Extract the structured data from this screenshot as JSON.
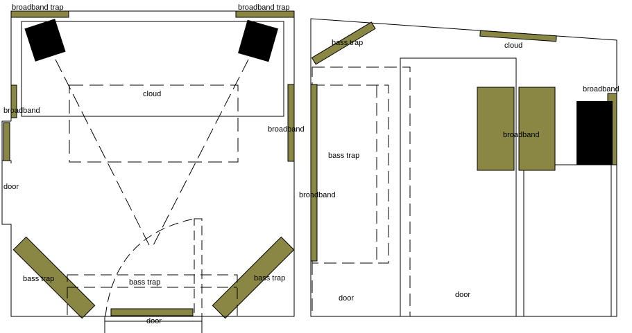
{
  "colors": {
    "panel": "#8a8744",
    "speaker": "#000000",
    "line": "#000000",
    "background": "#ffffff"
  },
  "plan": {
    "labels": {
      "broadband_trap_left": "broadband trap",
      "broadband_trap_right": "broadband trap",
      "cloud": "cloud",
      "broadband_left": "broadband",
      "broadband_right": "broadband",
      "door_left": "door",
      "bass_trap_left": "bass trap",
      "bass_trap_center": "bass trap",
      "bass_trap_right": "bass trap",
      "door_bottom": "door"
    }
  },
  "elevation": {
    "labels": {
      "bass_trap_top": "bass trap",
      "cloud": "cloud",
      "bass_trap_side": "bass trap",
      "broadband_side": "broadband",
      "broadband_center": "broadband",
      "broadband_right": "broadband",
      "door_left": "door",
      "door_center": "door"
    }
  }
}
